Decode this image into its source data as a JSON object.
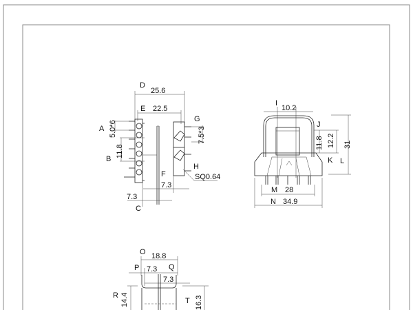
{
  "drawing": {
    "side_view": {
      "labels": {
        "A": "A",
        "B": "B",
        "C": "C",
        "D": "D",
        "E": "E",
        "F": "F",
        "G": "G",
        "H": "H"
      },
      "dims": {
        "overall_width": "25.6",
        "inner_width": "22.5",
        "pin_pitch_left": "5.0*6",
        "pin_span": "11.8",
        "pin_pitch_right": "7.5*3",
        "pin_size": "SQ0.64",
        "flange_offset": "7.3",
        "left_offset": "7.3"
      }
    },
    "front_view": {
      "labels": {
        "I": "I",
        "J": "J",
        "K": "K",
        "L": "L",
        "M": "M",
        "N": "N"
      },
      "dims": {
        "core_width": "10.2",
        "window_height": "11.8",
        "core_height": "12.2",
        "overall_height": "31",
        "pin_row_width": "28",
        "overall_width": "34.9"
      }
    },
    "bottom_view": {
      "labels": {
        "O": "O",
        "P": "P",
        "Q": "Q",
        "R": "R",
        "T": "T"
      },
      "dims": {
        "overall_width": "18.8",
        "left_section": "7.3",
        "right_section": "7.3",
        "height_r": "14.4",
        "height_t": "16.3"
      }
    }
  }
}
